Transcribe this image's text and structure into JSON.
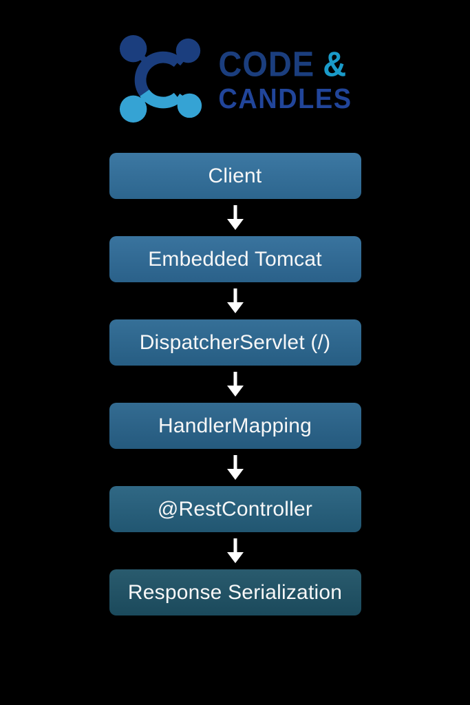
{
  "page": {
    "background": "#000000"
  },
  "logo": {
    "brand_line1": "CODE",
    "brand_amp": "&",
    "brand_line2": "CANDLES",
    "icon_name": "code-candles-molecule-c-icon",
    "colors": {
      "dark_blue": "#1b3e7e",
      "light_blue": "#35a3d4",
      "amp_cyan": "#1a9bc9",
      "candles_blue": "#21459a"
    }
  },
  "flowchart": {
    "text_color": "#f7f7f7",
    "arrow_color": "#ffffff",
    "nodes": [
      {
        "label": "Client",
        "color": "#32719e"
      },
      {
        "label": "Embedded Tomcat",
        "color": "#2f6c99"
      },
      {
        "label": "DispatcherServlet (/)",
        "color": "#2b6892"
      },
      {
        "label": "HandlerMapping",
        "color": "#29648c"
      },
      {
        "label": "@RestController",
        "color": "#25607e"
      },
      {
        "label": "Response Serialization",
        "color": "#1e5266"
      }
    ]
  }
}
